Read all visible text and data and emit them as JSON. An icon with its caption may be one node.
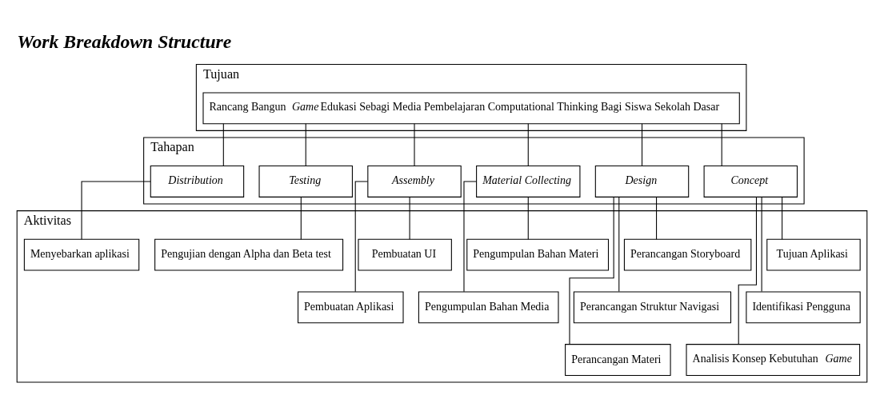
{
  "diagram": {
    "title": "Work Breakdown Structure",
    "nodes": [
      {
        "text": [
          "Tujuan"
        ]
      },
      {
        "text": [
          "Rancang Bangun *Game* Edukasi Sebagi Media Pembelajaran Computational Thinking Bagi Siswa Sekolah Dasar"
        ],
        "in": 0
      },
      {
        "text": [
          "Tahapan"
        ]
      },
      {
        "text": [
          "Concept"
        ],
        "in": 2
      },
      {
        "text": [
          "Design"
        ],
        "in": 2
      },
      {
        "text": [
          "Material Collecting"
        ],
        "in": 2
      },
      {
        "text": [
          "Assembly"
        ],
        "in": 2
      },
      {
        "text": [
          "Testing"
        ],
        "in": 2
      },
      {
        "text": [
          "Distribution"
        ],
        "in": 2
      },
      {
        "text": [
          "Aktivitas"
        ]
      },
      {
        "text": [
          "Tujuan Aplikasi"
        ],
        "in": 9
      },
      {
        "text": [
          "Identifikasi Pengguna"
        ],
        "in": 9
      },
      {
        "text": [
          "Analisis Konsep Kebutuhan *Game*"
        ],
        "in": 9
      },
      {
        "text": [
          "Perancangan Storyboard"
        ],
        "in": 9
      },
      {
        "text": [
          "Perancangan Struktur Navigasi"
        ],
        "in": 9
      },
      {
        "text": [
          "Perancangan Materi"
        ],
        "in": 9
      },
      {
        "text": [
          "Pengumpulan Bahan Materi"
        ],
        "in": 9
      },
      {
        "text": [
          "Pengumpulan Bahan Media"
        ],
        "in": 9
      },
      {
        "text": [
          "Pembuatan UI"
        ],
        "in": 9
      },
      {
        "text": [
          "Pembuatan Aplikasi"
        ],
        "in": 9
      },
      {
        "text": [
          "Pengujian dengan Alpha dan Beta test"
        ],
        "in": 9
      },
      {
        "text": [
          "Menyebarkan aplikasi"
        ],
        "in": 9
      }
    ],
    "edges": [
      {
        "from": 1,
        "to": 3,
        "arrow": "none"
      },
      {
        "from": 1,
        "to": 4,
        "arrow": "none"
      },
      {
        "from": 1,
        "to": 5,
        "arrow": "none"
      },
      {
        "from": 1,
        "to": 6,
        "arrow": "none"
      },
      {
        "from": 1,
        "to": 7,
        "arrow": "none"
      },
      {
        "from": 1,
        "to": 8,
        "arrow": "none"
      },
      {
        "from": 3,
        "to": 10,
        "arrow": "none"
      },
      {
        "from": 3,
        "to": 11,
        "arrow": "none"
      },
      {
        "from": 3,
        "to": 12,
        "arrow": "none"
      },
      {
        "from": 4,
        "to": 13,
        "arrow": "none"
      },
      {
        "from": 4,
        "to": 14,
        "arrow": "none"
      },
      {
        "from": 4,
        "to": 15,
        "arrow": "none"
      },
      {
        "from": 5,
        "to": 16,
        "arrow": "none"
      },
      {
        "from": 5,
        "to": 17,
        "arrow": "none"
      },
      {
        "from": 6,
        "to": 18,
        "arrow": "none"
      },
      {
        "from": 6,
        "to": 19,
        "arrow": "none"
      },
      {
        "from": 7,
        "to": 20,
        "arrow": "none"
      },
      {
        "from": 8,
        "to": 21,
        "arrow": "none"
      }
    ]
  }
}
